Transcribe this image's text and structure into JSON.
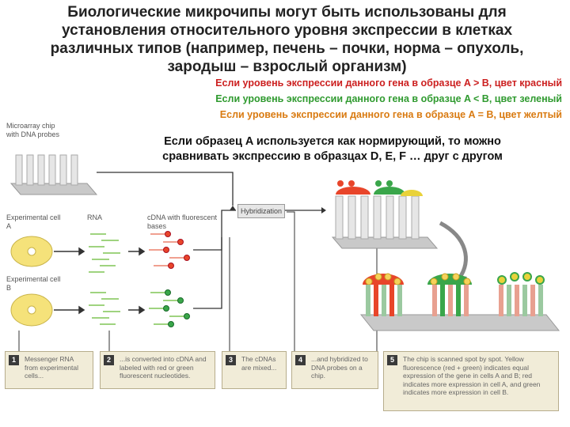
{
  "title": {
    "line1": "Биологические микрочипы могут быть использованы для",
    "line2": "установления относительного уровня экспрессии в клетках",
    "line3": "различных типов (например, печень – почки, норма – опухоль,",
    "line4": "зародыш – взрослый организм)"
  },
  "rules": {
    "red": "Если уровень экспрессии данного гена в образце A > B, цвет красный",
    "green": "Если уровень экспрессии данного гена в образце A < B, цвет зеленый",
    "yellow": "Если уровень экспрессии данного гена в образце A = B, цвет желтый"
  },
  "normalization": {
    "line1": "Если образец A используется как нормирующий, то можно",
    "line2": "сравнивать экспрессию в образцах D, E, F … друг с другом"
  },
  "labels": {
    "chip": "Microarray chip with DNA probes",
    "cell_a": "Experimental cell A",
    "cell_b": "Experimental cell B",
    "rna": "RNA",
    "cdna": "cDNA with fluorescent bases",
    "hybridization": "Hybridization"
  },
  "steps": [
    {
      "num": "1",
      "text": "Messenger RNA from experimental cells..."
    },
    {
      "num": "2",
      "text": "...is converted into cDNA and labeled with red or green fluorescent nucleotides."
    },
    {
      "num": "3",
      "text": "The cDNAs are mixed..."
    },
    {
      "num": "4",
      "text": "...and hybridized to DNA probes on a chip."
    },
    {
      "num": "5",
      "text": "The chip is scanned spot by spot. Yellow fluorescence (red + green) indicates equal expression of the gene in cells A and B; red indicates more expression in cell A, and green indicates more expression in cell B."
    }
  ],
  "colors": {
    "red_rule": "#cc1f1f",
    "green_rule": "#2f9a2f",
    "yellow_rule": "#d97a10",
    "probe_red": "#e8452a",
    "probe_green": "#3aa64a",
    "probe_yellow": "#e9d23a",
    "cell_fill": "#f5e27a"
  }
}
